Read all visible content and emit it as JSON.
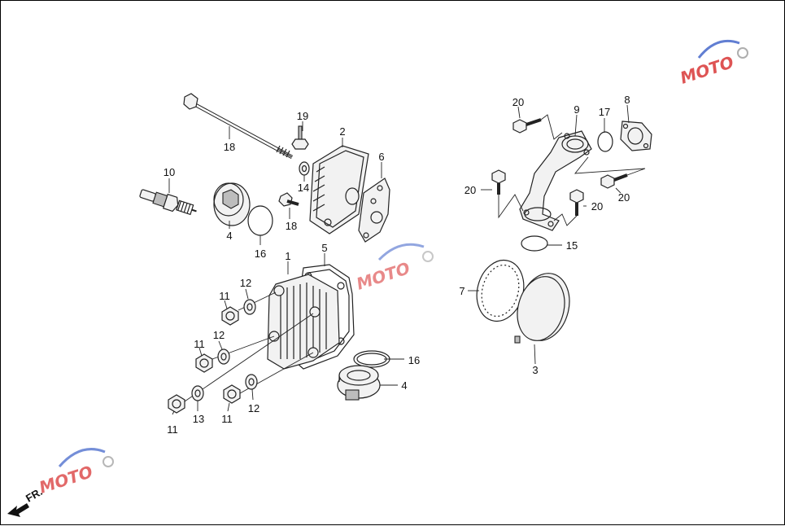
{
  "callouts": [
    {
      "id": "c1",
      "text": "1"
    },
    {
      "id": "c2",
      "text": "2"
    },
    {
      "id": "c3",
      "text": "3"
    },
    {
      "id": "c4a",
      "text": "4"
    },
    {
      "id": "c4b",
      "text": "4"
    },
    {
      "id": "c5",
      "text": "5"
    },
    {
      "id": "c6",
      "text": "6"
    },
    {
      "id": "c7",
      "text": "7"
    },
    {
      "id": "c8",
      "text": "8"
    },
    {
      "id": "c9",
      "text": "9"
    },
    {
      "id": "c10",
      "text": "10"
    },
    {
      "id": "c11a",
      "text": "11"
    },
    {
      "id": "c11b",
      "text": "11"
    },
    {
      "id": "c11c",
      "text": "11"
    },
    {
      "id": "c11d",
      "text": "11"
    },
    {
      "id": "c12a",
      "text": "12"
    },
    {
      "id": "c12b",
      "text": "12"
    },
    {
      "id": "c12c",
      "text": "12"
    },
    {
      "id": "c13",
      "text": "13"
    },
    {
      "id": "c14",
      "text": "14"
    },
    {
      "id": "c15",
      "text": "15"
    },
    {
      "id": "c16a",
      "text": "16"
    },
    {
      "id": "c16b",
      "text": "16"
    },
    {
      "id": "c17",
      "text": "17"
    },
    {
      "id": "c18a",
      "text": "18"
    },
    {
      "id": "c18b",
      "text": "18"
    },
    {
      "id": "c19",
      "text": "19"
    },
    {
      "id": "c20a",
      "text": "20"
    },
    {
      "id": "c20b",
      "text": "20"
    },
    {
      "id": "c20c",
      "text": "20"
    },
    {
      "id": "c20d",
      "text": "20"
    }
  ],
  "front_indicator": "FR.",
  "watermark": "MOTO",
  "colors": {
    "line": "#222222",
    "watermark_red": "#d62a2a",
    "watermark_blue": "#3a5fc8",
    "watermark_gray": "#9a9a9a"
  }
}
